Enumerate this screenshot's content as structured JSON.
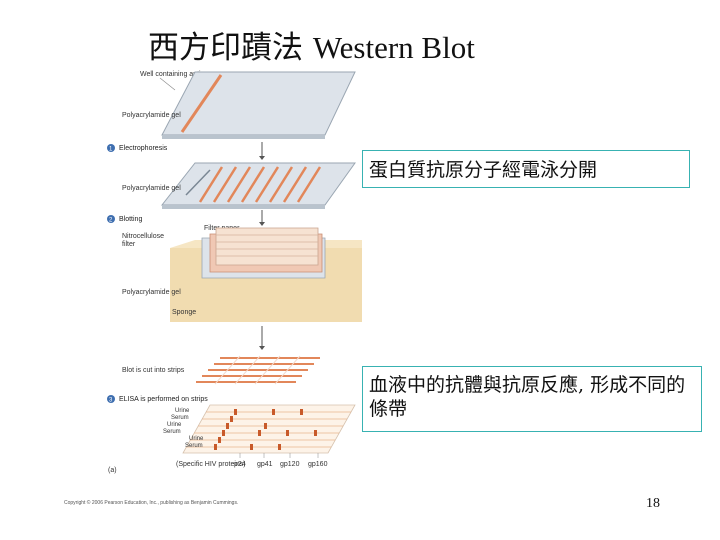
{
  "slide": {
    "title_zh": "西方印蹟法",
    "title_en": "Western Blot",
    "callout_1": "蛋白質抗原分子經電泳分開",
    "callout_2": "血液中的抗體與抗原反應, 形成不同的條帶",
    "page_number": "18",
    "copyright": "Copyright © 2006 Pearson Education, Inc., publishing as Benjamin Cummings."
  },
  "figure": {
    "label_well": "Well containing antigens",
    "label_gel_1": "Polyacrylamide gel",
    "step_1_num": "1",
    "step_1": "Electrophoresis",
    "label_gel_2": "Polyacrylamide gel",
    "step_2_num": "2",
    "step_2": "Blotting",
    "label_filter": "Filter paper",
    "label_nitro_1": "Nitrocellulose",
    "label_nitro_2": "filter",
    "label_gel_3": "Polyacrylamide gel",
    "label_sponge": "Sponge",
    "label_strips": "Blot is cut into strips",
    "step_3_num": "3",
    "step_3": "ELISA is performed on strips",
    "strip_labels": [
      "Urine",
      "Serum",
      "Urine",
      "Serum",
      "Urine",
      "Serum"
    ],
    "panel_label": "(a)",
    "proteins_label": "(Specific HIV proteins)",
    "protein_markers": [
      "p24",
      "gp41",
      "gp120",
      "gp160"
    ],
    "colors": {
      "band": "#e2875a",
      "gel": "#dde3ea",
      "sponge": "#f1dcb0",
      "step_circle": "#3f6fb0"
    }
  }
}
